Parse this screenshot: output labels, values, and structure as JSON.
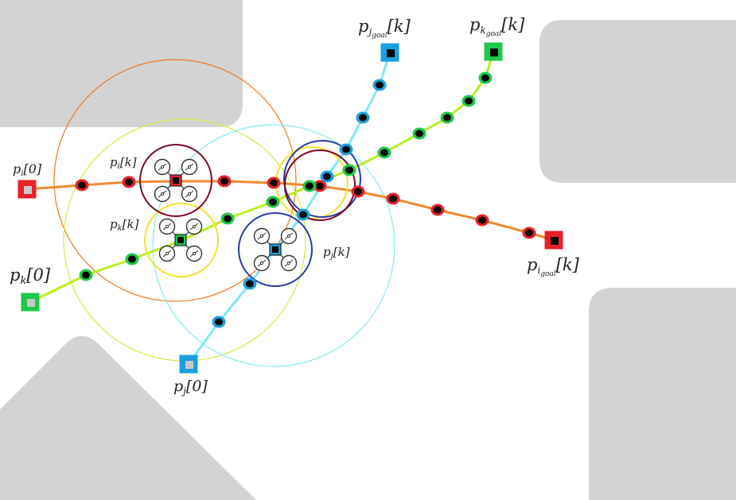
{
  "colors": {
    "obstacle": "#d3d3d3",
    "robot_i": "#e8202a",
    "robot_j": "#1aa0e0",
    "robot_k": "#1ec94a",
    "path_i": "#f08a30",
    "path_j": "#7fe8f5",
    "path_k": "#b8f020",
    "sense_i": "#f07820",
    "sense_j": "#86ecf2",
    "sense_k": "#d6ec40",
    "safety_i": "#7a0a28",
    "safety_j": "#2a3aa8",
    "safety_k": "#f2e428",
    "node_core": "#000000",
    "start_core": "#c8c8c8",
    "drone_stroke": "#333333"
  },
  "labels": {
    "pi_start": {
      "base": "p",
      "sub": "i",
      "idx": "[0]"
    },
    "pi_cur": {
      "base": "p",
      "sub": "i",
      "idx": "[k]"
    },
    "pi_goal": {
      "base": "p",
      "sub": "i",
      "subsub": "goal",
      "idx": "[k]"
    },
    "pj_start": {
      "base": "p",
      "sub": "j",
      "idx": "[0]"
    },
    "pj_cur": {
      "base": "p",
      "sub": "j",
      "idx": "[k]"
    },
    "pj_goal": {
      "base": "p",
      "sub": "j",
      "subsub": "goal",
      "idx": "[k]"
    },
    "pk_start": {
      "base": "p",
      "sub": "k",
      "idx": "[0]"
    },
    "pk_cur": {
      "base": "p",
      "sub": "k",
      "idx": "[k]"
    },
    "pk_goal": {
      "base": "p",
      "sub": "k",
      "subsub": "goal",
      "idx": "[k]"
    }
  },
  "icons": [
    "quadrotor-icon",
    "start-marker-icon",
    "goal-marker-icon"
  ]
}
